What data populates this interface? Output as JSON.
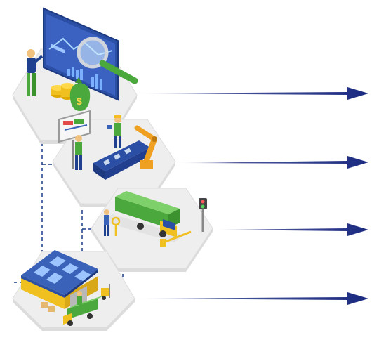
{
  "diagram": {
    "stages": [
      {
        "id": "analytics",
        "icon": "analytics-dashboard-icon"
      },
      {
        "id": "manufacturing",
        "icon": "production-line-icon"
      },
      {
        "id": "shipping",
        "icon": "truck-loading-icon"
      },
      {
        "id": "warehouse",
        "icon": "warehouse-icon"
      }
    ],
    "colors": {
      "hexagon": "#eeeeee",
      "hexagon_shadow": "#dcdcdc",
      "arrow": "#1a2a80",
      "connector": "#1a3a8a",
      "screen": "#2c4fa6",
      "green": "#4aa83c",
      "yellow": "#f0c020",
      "roof": "#3a62b8"
    }
  }
}
